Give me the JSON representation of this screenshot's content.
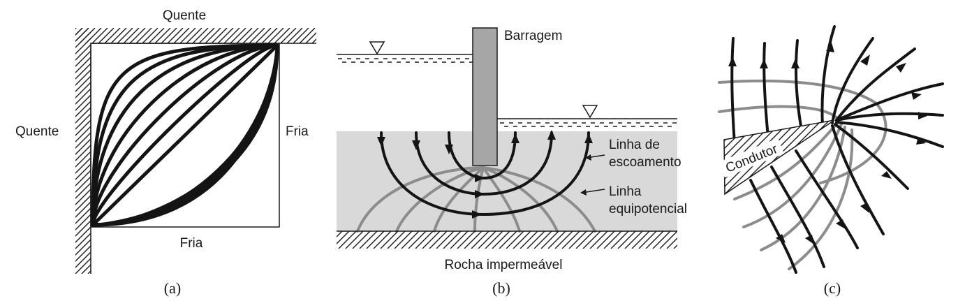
{
  "panel_a": {
    "top_label": "Quente",
    "left_label": "Quente",
    "right_label": "Fria",
    "bottom_label": "Fria",
    "caption": "(a)"
  },
  "panel_b": {
    "dam_label": "Barragem",
    "flow_line_label_1": "Linha de",
    "flow_line_label_2": "escoamento",
    "equipotential_label_1": "Linha",
    "equipotential_label_2": "equipotencial",
    "rock_label": "Rocha impermeável",
    "caption": "(b)"
  },
  "panel_c": {
    "conductor_label": "Condutor",
    "caption": "(c)"
  },
  "colors": {
    "field_line": "#141414",
    "equipotential": "#8c8c8c",
    "soil": "#d9d9d9",
    "dam": "#a6a6a6"
  }
}
